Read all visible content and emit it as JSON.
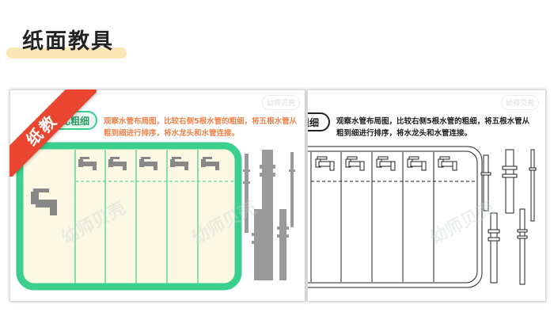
{
  "page": {
    "title": "纸面教具"
  },
  "ribbon": {
    "label": "纸教"
  },
  "logo": {
    "label": "幼师贝壳"
  },
  "watermark": {
    "text": "幼师贝壳"
  },
  "sheet_color": {
    "title_fragment": "比粗细",
    "instructions": [
      "观察水管布局图，比较右侧5根水管的粗细，将五根水管从",
      "粗到细进行排序，将水龙头和水管连接。"
    ]
  },
  "sheet_bw": {
    "title_fragment": "粗细",
    "instructions": [
      "观察水管布局图，比较右侧5根水管的粗细，将五根水管从",
      "粗到细进行排序，将水龙头和水管连接。"
    ]
  },
  "colors": {
    "accent_green": "#3bcf8e",
    "ribbon_red": "#e9452f",
    "instruction_orange": "#f0824a",
    "panel_cream": "#fbf9e4",
    "pipe_grey": "#9a9a9a"
  }
}
